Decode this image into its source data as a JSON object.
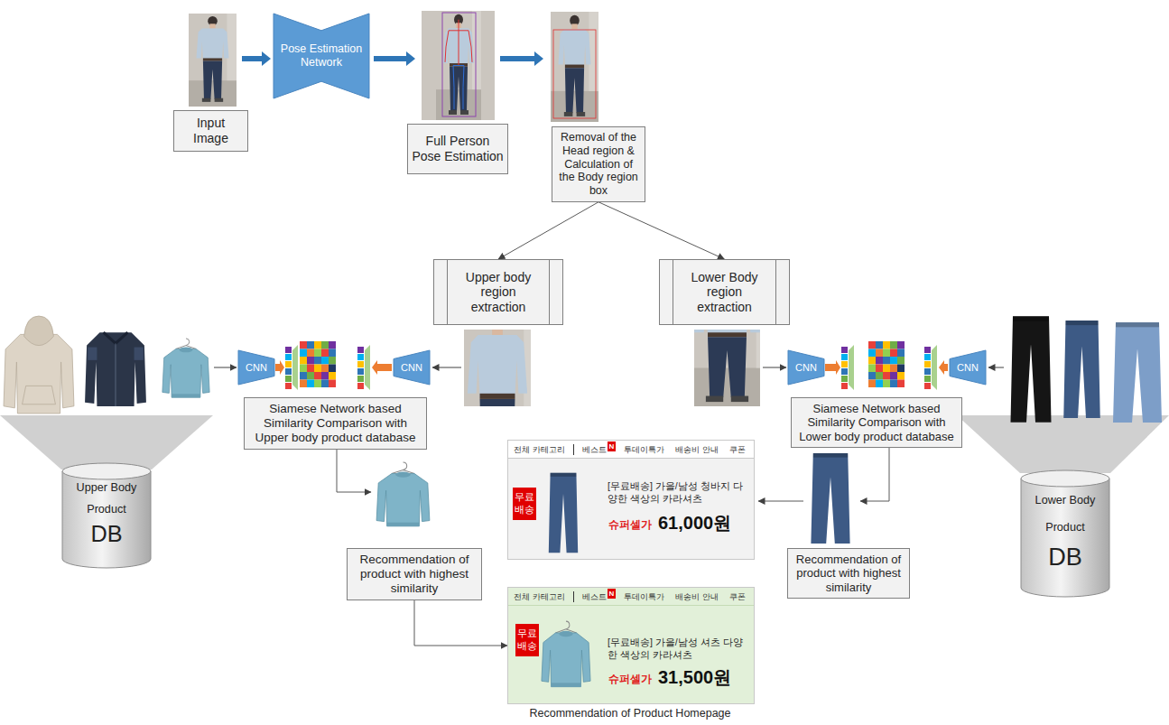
{
  "diagram": {
    "caption": "Recommendation of Product Homepage",
    "nodes": [
      {
        "text": [
          "Input Image"
        ]
      },
      {
        "text": [
          "Pose Estimation Network"
        ]
      },
      {
        "text": [
          "Full Person Pose Estimation"
        ]
      },
      {
        "text": [
          "Removal of the Head region & Calculation of the Body region box"
        ]
      },
      {
        "text": [
          "Upper body region extraction"
        ]
      },
      {
        "text": [
          "Lower Body region extraction"
        ]
      },
      {
        "text": [
          "CNN"
        ]
      },
      {
        "text": [
          "CNN"
        ]
      },
      {
        "text": [
          "Siamese Network based Similarity Comparison with Upper body product database"
        ]
      },
      {
        "text": [
          "CNN"
        ]
      },
      {
        "text": [
          "CNN"
        ]
      },
      {
        "text": [
          "Siamese Network based Similarity Comparison with Lower body product database"
        ]
      },
      {
        "text": [
          "Upper Body",
          "Product",
          "DB"
        ]
      },
      {
        "text": [
          "전체 카테고리",
          "베스트",
          "N",
          "투데이특가",
          "배송비 안내",
          "쿠폰",
          "[무료배송] 가을/남성 청바지 다양한 색상의 카라셔츠",
          "슈퍼셀가",
          "61,000원"
        ]
      },
      {
        "text": [
          "무료 배송"
        ],
        "in": 13
      },
      {
        "text": [
          "Recommendation of product with highest similarity"
        ]
      },
      {
        "text": [
          "Recommendation of product with highest similarity"
        ]
      },
      {
        "text": [
          "전체 카테고리",
          "베스트",
          "N",
          "투데이특가",
          "배송비 안내",
          "쿠폰",
          "[무료배송] 가을/남성 셔츠 다양한 색상의 카라셔츠",
          "슈퍼셀가",
          "31,500원"
        ]
      },
      {
        "text": [
          "무료 배송"
        ],
        "in": 17
      },
      {
        "text": [
          "Lower Body",
          "Product",
          "DB"
        ]
      }
    ],
    "edges": [
      {
        "from": 3,
        "to": 4,
        "arrow": "to"
      },
      {
        "from": 3,
        "to": 5,
        "arrow": "to"
      },
      {
        "from": 15,
        "to": 17,
        "arrow": "to"
      }
    ]
  }
}
